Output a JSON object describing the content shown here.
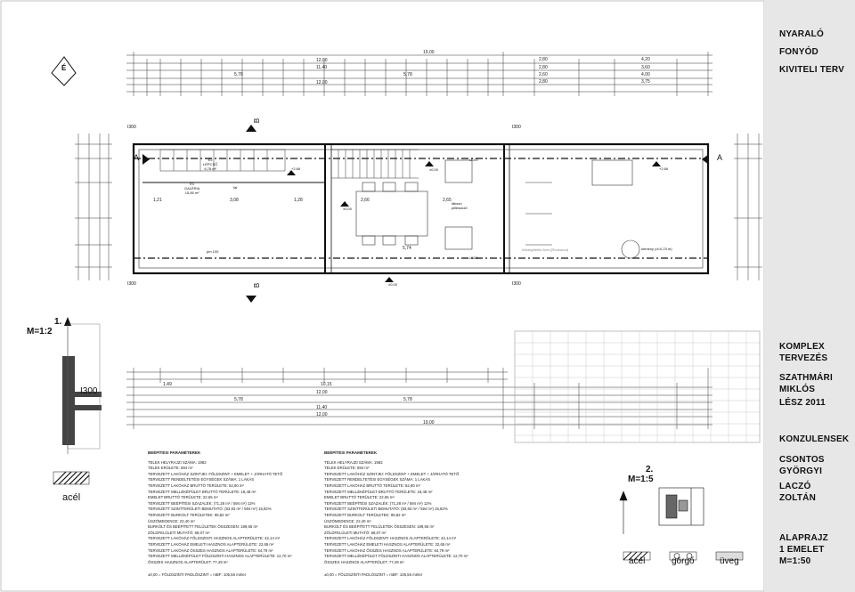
{
  "title_block": {
    "project_lines": [
      "NYARALÓ",
      "FONYÓD",
      "KIVITELI TERV"
    ],
    "firm_lines": [
      "KOMPLEX",
      "TERVEZÉS"
    ],
    "designer_lines": [
      "SZATHMÁRI",
      "MIKLÓS"
    ],
    "year": "LÉSZ 2011",
    "consultants_heading": "KONZULENSEK",
    "consultant1_lines": [
      "CSONTOS",
      "GYÖRGYI"
    ],
    "consultant2_lines": [
      "LACZÓ",
      "ZOLTÁN"
    ],
    "sheet_lines": [
      "ALAPRAJZ",
      "1 EMELET",
      "M=1:50"
    ]
  },
  "detail1": {
    "number": "1.",
    "scale": "M=1:2",
    "label": "I300"
  },
  "detail2": {
    "number": "2.",
    "scale": "M=1:5"
  },
  "legend": {
    "steel": "acél",
    "roller": "görgő",
    "glass": "üveg"
  },
  "plan": {
    "north": "É",
    "section_a": "A",
    "section_b": "B",
    "beam": "I300",
    "rooms": [
      {
        "code": "E2",
        "name": "LÉPCSŐ",
        "area": "6,78 m²"
      },
      {
        "code": "E1",
        "name": "GALÉRIA",
        "area": "15,85 m²"
      }
    ],
    "notes": [
      "fal",
      "pm 100",
      "lábszó pilléssüző",
      "kémény (d=0,23 m)",
      "hőszigetelés 8cm (Rockwool)",
      "U100"
    ],
    "levels": [
      "+2,66",
      "±0,00",
      "±0,00",
      "+2,66",
      "±0,00"
    ]
  },
  "dimensions": {
    "overall": "19,00",
    "top_rows": [
      "12,00",
      "11,40",
      "12,00"
    ],
    "right_rows": [
      "2,80",
      "2,80",
      "2,60",
      "2,80",
      "4,20",
      "3,60",
      "4,00",
      "3,75"
    ],
    "spans": [
      "5,78",
      "5,78",
      "1,21",
      "3,08",
      "1,28",
      "2,66",
      "2,65",
      "5,74",
      "10,15",
      "1,49"
    ]
  },
  "parameters": {
    "heading": "BEÉPÍTÉSI PARAMÉTEREK",
    "lines": [
      "TELEK HELYRAJZI SZÁMA: 1982",
      "TELEK ERÜLETE: 594 m²",
      "TERVEZETT LAKÓHÁZ SZINTJEI: FÖLDSZINT + EMELET + JÁRHATÓ TETŐ",
      "TERVEZETT RENDELTETÉSI EGYSÉGEK SZÁMA: 1 LAKÁS",
      "TERVEZETT LAKÓHÁZ BRUTTÓ TERÜLETE: 52,80 m²",
      "TERVEZETT MELLÉKÉPÜLET BRUTTÓ TERÜLETE: 18,48 m²",
      "EMELET BRUTTÓ TERÜLETE: 22,65 m²",
      "TERVEZETT BEÉPÍTÉSI SZAZALÉK: (71,28 m² / 594 m²) 12%",
      "TERVEZETT SZINTTERÜLETI BEMUTATÓ: (93,93 m² / 594 m²) 15,82%",
      "TERVEZETT BURKOLT TERÜLETEK: 95,82 m²",
      "ÚSZÓMEDENCE: 22,40 m²",
      "BURKOLT ÉS BEÉPÍTETT FELÜLETEK ÖSSZESEN: 189,65 m²",
      "ZÖLDFELÜLETI MUTATÓ: 68,07 m²",
      "TERVEZETT LAKÓHÁZ FÖLDSZINTI HASZNOS ALAPTERÜLETE: 42,14 m²",
      "TERVEZETT LAKÓHÁZ EMELETI HASZNOS ALAPTERÜLETE: 22,65 m²",
      "TERVEZETT LAKÓHÁZ ÖSSZES HASZNOS ALAPTERÜLETE: 64,79 m²",
      "TERVEZETT MELLÉKÉPÜLET FÖLDSZINTI HASZNOS ALAPTERÜLETE: 12,70 m²",
      "ÖSSZES HASZNOS ALAPTERÜLET: 77,49 m²"
    ],
    "datum": "±0,00 = FÖLDSZINTI PADLÓSZINT = mBF: 105,55 méter"
  }
}
